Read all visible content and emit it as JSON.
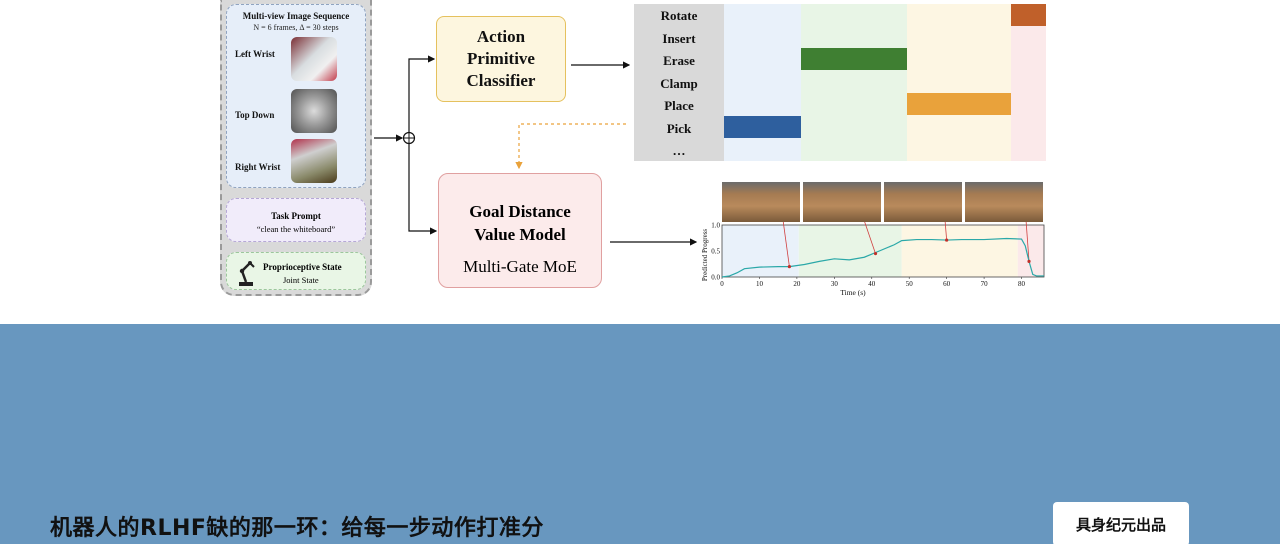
{
  "figure": {
    "image_sequence": {
      "title": "Multi-view Image Sequence",
      "subtitle": "N = 6 frames, Δ = 30 steps",
      "views": [
        "Left Wrist",
        "Top Down",
        "Right Wrist"
      ]
    },
    "task_prompt": {
      "title": "Task Prompt",
      "value": "“clean the whiteboard”"
    },
    "proprioceptive": {
      "title": "Proprioceptive State",
      "value": "Joint State"
    },
    "classifier": {
      "lines": [
        "Action",
        "Primitive",
        "Classifier"
      ]
    },
    "value_model": {
      "line1": "Goal Distance",
      "line2": "Value Model",
      "line3": "Multi-Gate MoE"
    },
    "actions": [
      "Rotate",
      "Insert",
      "Erase",
      "Clamp",
      "Place",
      "Pick",
      "…"
    ],
    "colors": {
      "blue_phase": "#e9f1fa",
      "green_phase": "#e8f5e6",
      "yellow_phase": "#fdf6e3",
      "pink_phase": "#fbe9ea",
      "pick": "#2e5f9e",
      "erase": "#3f7f32",
      "place": "#e9a23b",
      "rotate": "#c0602a",
      "curve": "#2aa8a8"
    }
  },
  "chart_data": {
    "type": "line",
    "xlabel": "Time (s)",
    "ylabel": "Predicted Progress",
    "xlim": [
      0,
      86
    ],
    "ylim": [
      0.0,
      1.0
    ],
    "xticks": [
      0,
      10,
      20,
      30,
      40,
      50,
      60,
      70,
      80
    ],
    "yticks": [
      0.0,
      0.5,
      1.0
    ],
    "x": [
      0,
      2,
      4,
      6,
      10,
      15,
      18,
      22,
      26,
      30,
      34,
      38,
      42,
      46,
      48,
      52,
      56,
      60,
      64,
      70,
      76,
      80,
      81,
      82,
      83,
      84,
      86
    ],
    "y": [
      0.0,
      0.02,
      0.08,
      0.16,
      0.19,
      0.2,
      0.2,
      0.24,
      0.3,
      0.35,
      0.33,
      0.38,
      0.5,
      0.62,
      0.7,
      0.72,
      0.72,
      0.71,
      0.72,
      0.72,
      0.74,
      0.73,
      0.6,
      0.3,
      0.05,
      0.02,
      0.02
    ],
    "phases": [
      {
        "from": 0,
        "to": 20.5,
        "color": "#e9f1fa"
      },
      {
        "from": 20.5,
        "to": 48,
        "color": "#e8f5e6"
      },
      {
        "from": 48,
        "to": 79,
        "color": "#fdf6e3"
      },
      {
        "from": 79,
        "to": 86,
        "color": "#fbe9ea"
      }
    ],
    "markers": [
      {
        "x": 18,
        "y": 0.2
      },
      {
        "x": 41,
        "y": 0.45
      },
      {
        "x": 60,
        "y": 0.71
      },
      {
        "x": 82,
        "y": 0.3
      }
    ]
  },
  "banner": {
    "title": "机器人的RLHF缺的那一环：给每一步动作打准分",
    "badge": "具身纪元出品"
  }
}
